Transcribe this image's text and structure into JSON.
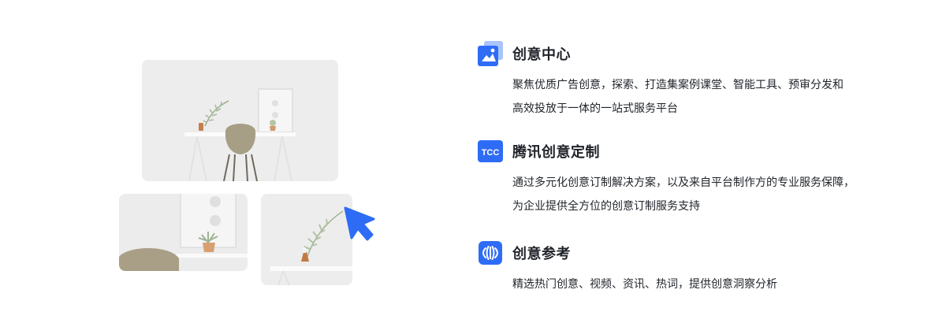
{
  "features": [
    {
      "icon": "creative-center-image-icon",
      "title": "创意中心",
      "desc_lines": [
        "聚焦优质广告创意，探索、打造集案例课堂、智能工具、预审分发和",
        "高效投放于一体的一站式服务平台"
      ]
    },
    {
      "icon": "tcc-badge-icon",
      "icon_label": "TCC",
      "title": "腾讯创意定制",
      "desc_lines": [
        "通过多元化创意订制解决方案，以及来自平台制作方的专业服务保障，",
        "为企业提供全方位的创意订制服务支持"
      ]
    },
    {
      "icon": "sound-wave-icon",
      "title": "创意参考",
      "desc_lines": [
        "精选热门创意、视频、资讯、热词，提供创意洞察分析"
      ]
    }
  ],
  "colors": {
    "accent": "#2e6cf6",
    "accent_light": "#a9c4fb",
    "text": "#1f2329",
    "photo_bg": "#ececec"
  }
}
